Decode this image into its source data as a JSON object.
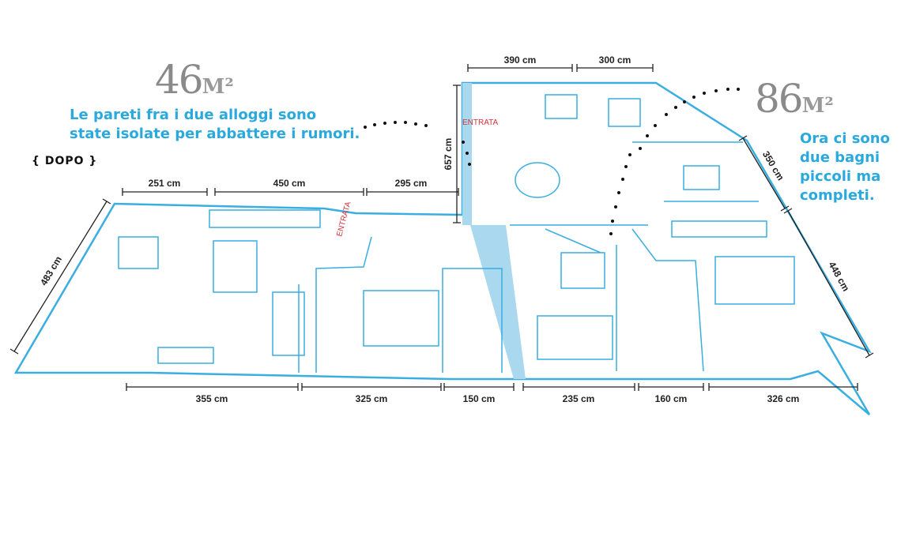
{
  "left_unit": {
    "area_number": "46",
    "area_unit": "M²",
    "caption_line1": "Le pareti fra i due alloggi sono",
    "caption_line2": "state isolate per abbattere i rumori."
  },
  "right_unit": {
    "area_number": "86",
    "area_unit": "M²",
    "caption_lines": [
      "Ora ci sono",
      "due bagni",
      "piccoli ma",
      "completi."
    ]
  },
  "tag": "{ DOPO }",
  "entrance_label": "ENTRATA",
  "dimensions": {
    "top": [
      "251 cm",
      "450 cm",
      "295 cm",
      "390 cm",
      "300 cm"
    ],
    "vertical": "657 cm",
    "left_diagonal": "483 cm",
    "right_diagonals": [
      "350 cm",
      "448 cm"
    ],
    "bottom": [
      "355 cm",
      "325 cm",
      "150 cm",
      "235 cm",
      "160 cm",
      "326 cm"
    ]
  },
  "colors": {
    "plan": "#3aaee0",
    "caption": "#2aa9dd",
    "entrance": "#d3343a",
    "area": "#8a8a8a"
  }
}
